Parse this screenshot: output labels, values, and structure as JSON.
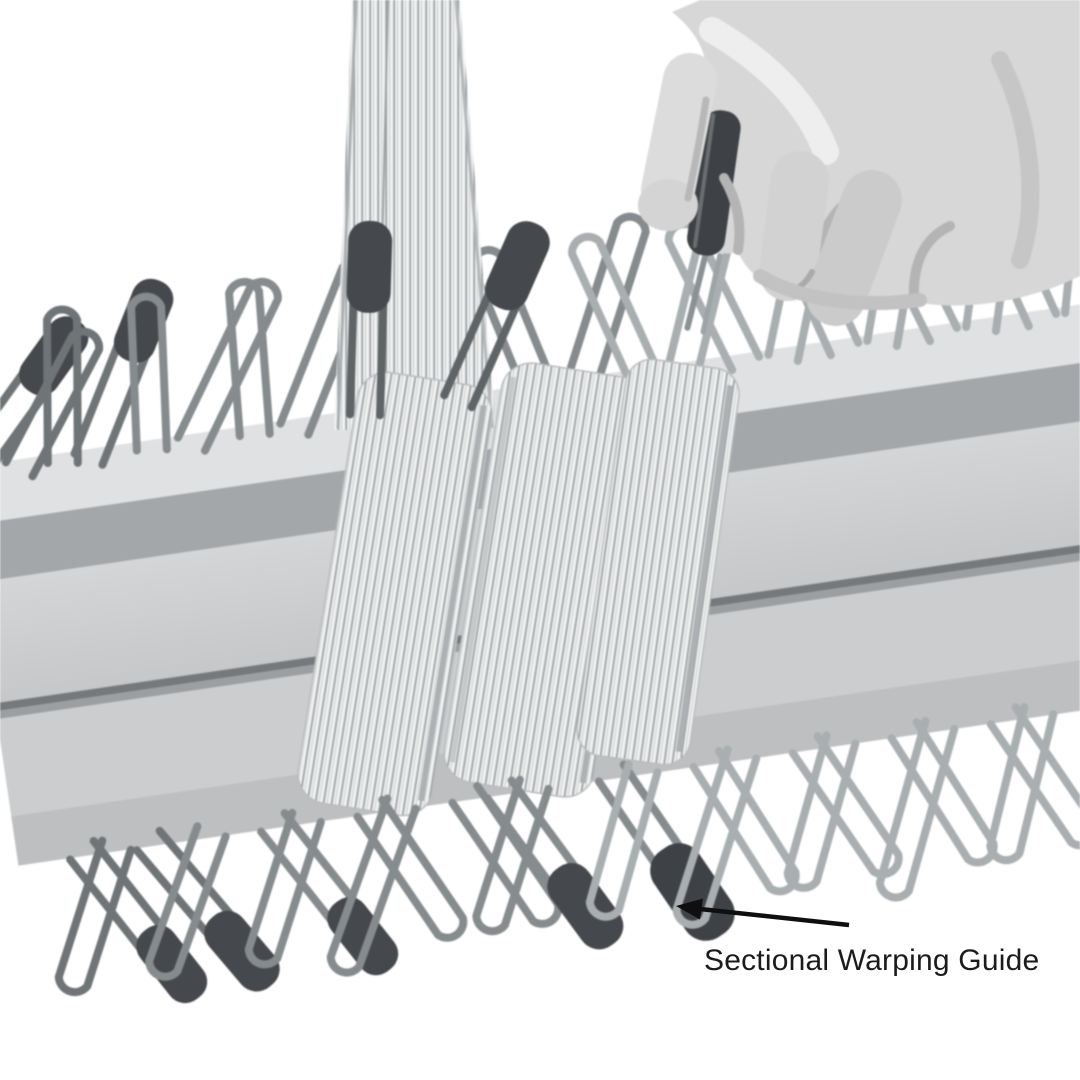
{
  "figure": {
    "alt": "Black-and-white photograph of a hand placing a wire guide pin onto a sectional warping rail wound with yarn",
    "style": "black-and-white photograph"
  },
  "annotation": {
    "label": "Sectional Warping Guide"
  },
  "colors": {
    "background": "#ffffff",
    "annotation_text": "#1b1b1b",
    "annotation_arrow": "#0f0f0f",
    "wire_light": "#a9aeb0",
    "wire_mid": "#868b8e",
    "wire_dark": "#6f7477",
    "rubber_tip": "#45484c",
    "beam_face": "#cbcdcf",
    "beam_stripe": "#a3a7aa",
    "yarn": "#f1f2f2"
  }
}
